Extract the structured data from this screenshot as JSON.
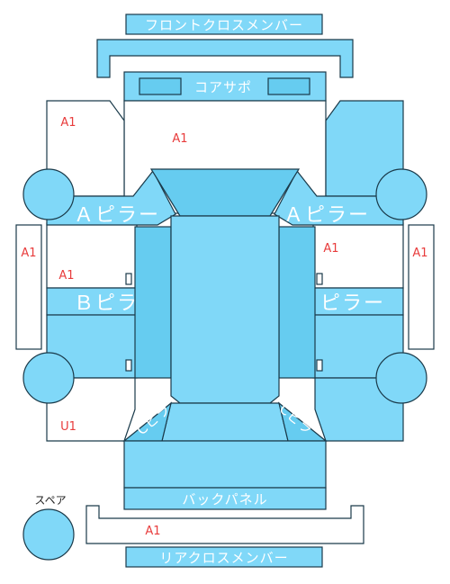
{
  "parts": {
    "front_cross_member": "フロントクロスメンバー",
    "core_support": "コアサポ",
    "a_pillar_left": "Ａピラー",
    "a_pillar_right": "Ａピラー",
    "b_pillar_left": "Ｂピラー",
    "b_pillar_right": "Ｂピラー",
    "back_panel": "バックパネル",
    "rear_cross_member": "リアクロスメンバー",
    "spare": "スペア",
    "pillar_left_small": "Cピラ",
    "pillar_right_small": "Cピラ"
  },
  "codes": {
    "front_left": "A1",
    "hood": "A1",
    "side_left": "A1",
    "front_door_left": "A1",
    "front_door_right": "A1",
    "side_right": "A1",
    "rear_left": "U1",
    "rear_bottom": "A1"
  },
  "colors": {
    "panel": "#80d8f8",
    "panel_dark": "#66ccf0",
    "outline": "#1a3a4a",
    "code": "#e83c3c"
  }
}
